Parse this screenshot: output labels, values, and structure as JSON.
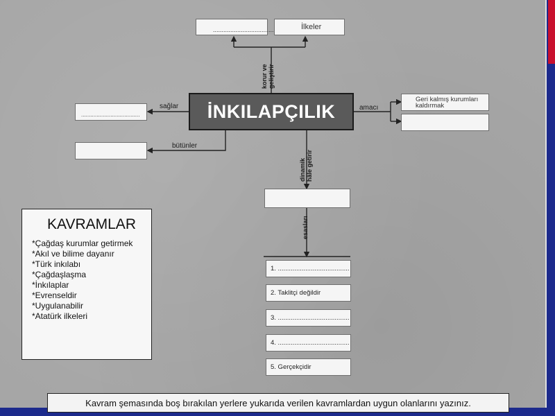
{
  "main_concept": "İNKILAPÇILIK",
  "top": {
    "blank_box": "......................................",
    "principles_box": "İlkeler",
    "connector_label": "korur ve\ngeliştirir"
  },
  "right": {
    "connector_label": "amacı",
    "box1": "Geri kalmış kurumları kaldırmak",
    "box2": ""
  },
  "left": {
    "connector1_label": "sağlar",
    "connector2_label": "bütünler",
    "box1": "......................................",
    "box2": ""
  },
  "down": {
    "connector1_label": "dinamik\nhâle getirir",
    "connector2_label": "esasları",
    "blank_box": "",
    "items": [
      "1. .......................................",
      "2. Taklitçi değildir",
      "3. .......................................",
      "4. .......................................",
      "5. Gerçekçidir"
    ]
  },
  "kavramlar": {
    "title": "KAVRAMLAR",
    "items": [
      "*Çağdaş kurumlar getirmek",
      "*Akıl ve bilime dayanır",
      "*Türk inkılabı",
      "*Çağdaşlaşma",
      "*İnkılaplar",
      "*Evrenseldir",
      "*Uygulanabilir",
      "*Atatürk ilkeleri"
    ]
  },
  "instruction": "Kavram şemasında boş bırakılan yerlere yukarıda verilen kavramlardan uygun olanlarını yazınız.",
  "colors": {
    "background": "#a6a6a6",
    "main_box": "#5a5a5a",
    "slide_frame": "#1c2a8c",
    "accent": "#c8102e"
  }
}
